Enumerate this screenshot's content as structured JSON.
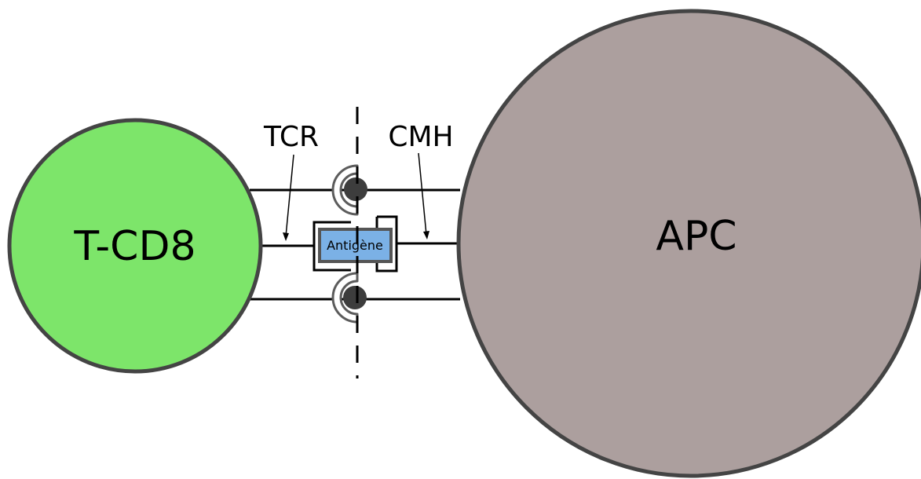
{
  "diagram": {
    "t_cell": {
      "label": "T-CD8"
    },
    "apc": {
      "label": "APC"
    },
    "tcr": {
      "label": "TCR"
    },
    "cmh": {
      "label": "CMH"
    },
    "antigen": {
      "label": "Antigène"
    }
  },
  "colors": {
    "t_cell_fill": "#7de56a",
    "apc_fill": "#ac9f9e",
    "antigen_fill": "#7bb1e6",
    "outline": "#444444",
    "line": "#000000",
    "knob": "#3d3d3d",
    "socket": "#5c5c5c"
  }
}
